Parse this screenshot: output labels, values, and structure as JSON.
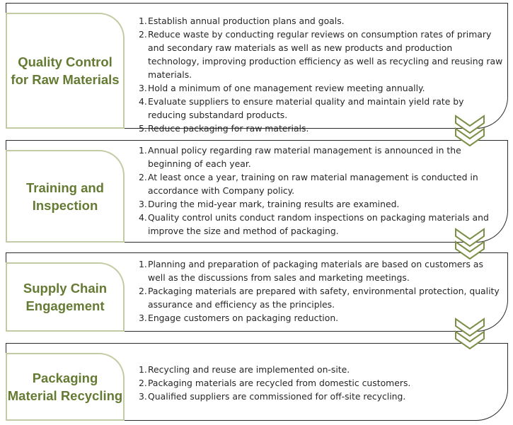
{
  "colors": {
    "title": "#657a33",
    "tab_border": "#c2cca4",
    "panel_border": "#2b2b2b",
    "chevron_fill": "#ffffff",
    "chevron_stroke": "#7c8f48",
    "text": "#262626"
  },
  "steps": [
    {
      "title": "Quality Control\nfor Raw Materials",
      "items": [
        "Establish annual production plans and goals.",
        "Reduce waste by conducting regular reviews on consumption rates of primary and secondary raw materials as well as new products and production technology, improving production efficiency as well as recycling and reusing raw materials.",
        "Hold a minimum of one management review meeting annually.",
        "Evaluate suppliers to ensure material quality and maintain yield rate by reducing substandard products.",
        "Reduce packaging for raw materials."
      ]
    },
    {
      "title": "Training and\nInspection",
      "items": [
        "Annual policy regarding raw material management is announced in the beginning of each year.",
        "At least once a year, training on raw material management is conducted in accordance with Company policy.",
        "During the mid-year mark, training results are examined.",
        "Quality control units conduct random inspections on packaging materials and improve the size and method of packaging."
      ]
    },
    {
      "title": "Supply Chain\nEngagement",
      "items": [
        "Planning and preparation of packaging materials are based on customers as well as the discussions from sales and marketing meetings.",
        "Packaging materials are prepared with safety, environmental protection, quality assurance and efficiency as the principles.",
        "Engage customers on packaging reduction."
      ]
    },
    {
      "title": "Packaging\nMaterial Recycling",
      "items": [
        "Recycling and reuse are implemented on-site.",
        "Packaging materials are recycled from domestic customers.",
        "Qualified suppliers are commissioned for off-site recycling."
      ]
    }
  ]
}
